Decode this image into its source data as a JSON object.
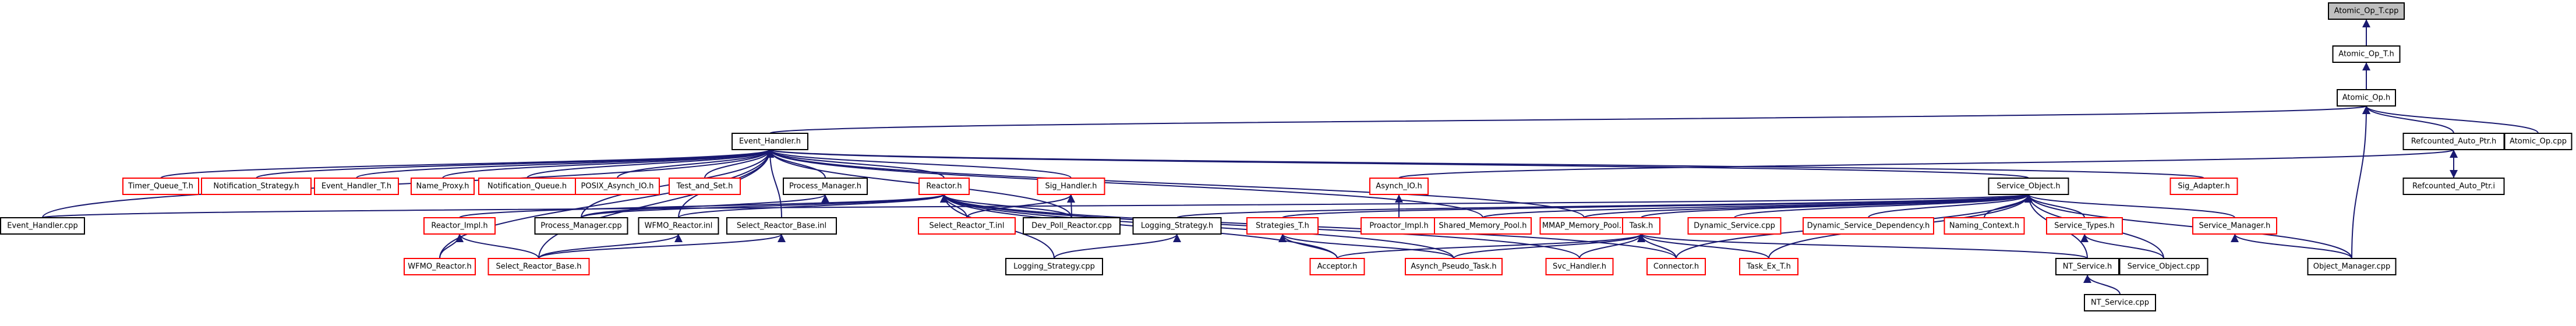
{
  "title": "",
  "colors": {
    "node_fill": "#ffffff",
    "root_fill": "#bfbfbf",
    "normal_border": "#000000",
    "red_border": "#ff0000",
    "edge": "#191970",
    "text": "#000000"
  },
  "nodes": [
    {
      "id": "atomic_op_t_cpp",
      "label": "Atomic_Op_T.cpp",
      "style": "root"
    },
    {
      "id": "atomic_op_t_h",
      "label": "Atomic_Op_T.h",
      "style": "normal"
    },
    {
      "id": "atomic_op_h",
      "label": "Atomic_Op.h",
      "style": "normal"
    },
    {
      "id": "refcounted_auto_ptr_h",
      "label": "Refcounted_Auto_Ptr.h",
      "style": "normal"
    },
    {
      "id": "atomic_op_cpp",
      "label": "Atomic_Op.cpp",
      "style": "normal"
    },
    {
      "id": "refcounted_auto_ptr_i",
      "label": "Refcounted_Auto_Ptr.i",
      "style": "normal"
    },
    {
      "id": "event_handler_h",
      "label": "Event_Handler.h",
      "style": "normal"
    },
    {
      "id": "service_object_h",
      "label": "Service_Object.h",
      "style": "normal"
    },
    {
      "id": "sig_adapter_h",
      "label": "Sig_Adapter.h",
      "style": "red"
    },
    {
      "id": "event_handler_cpp",
      "label": "Event_Handler.cpp",
      "style": "normal"
    },
    {
      "id": "timer_queue_t_h",
      "label": "Timer_Queue_T.h",
      "style": "red"
    },
    {
      "id": "notification_strategy_h",
      "label": "Notification_Strategy.h",
      "style": "red"
    },
    {
      "id": "event_handler_t_h",
      "label": "Event_Handler_T.h",
      "style": "red"
    },
    {
      "id": "name_proxy_h",
      "label": "Name_Proxy.h",
      "style": "red"
    },
    {
      "id": "notification_queue_h",
      "label": "Notification_Queue.h",
      "style": "red"
    },
    {
      "id": "posix_asynch_io_h",
      "label": "POSIX_Asynch_IO.h",
      "style": "red"
    },
    {
      "id": "test_and_set_h",
      "label": "Test_and_Set.h",
      "style": "red"
    },
    {
      "id": "process_manager_h",
      "label": "Process_Manager.h",
      "style": "normal"
    },
    {
      "id": "reactor_h",
      "label": "Reactor.h",
      "style": "red"
    },
    {
      "id": "sig_handler_h",
      "label": "Sig_Handler.h",
      "style": "red"
    },
    {
      "id": "asynch_io_h",
      "label": "Asynch_IO.h",
      "style": "red"
    },
    {
      "id": "proactor_impl_h",
      "label": "Proactor_Impl.h",
      "style": "red"
    },
    {
      "id": "reactor_impl_h",
      "label": "Reactor_Impl.h",
      "style": "red"
    },
    {
      "id": "process_manager_cpp",
      "label": "Process_Manager.cpp",
      "style": "normal"
    },
    {
      "id": "wfmo_reactor_inl",
      "label": "WFMO_Reactor.inl",
      "style": "normal"
    },
    {
      "id": "select_reactor_base_inl",
      "label": "Select_Reactor_Base.inl",
      "style": "normal"
    },
    {
      "id": "select_reactor_t_inl",
      "label": "Select_Reactor_T.inl",
      "style": "red"
    },
    {
      "id": "dev_poll_reactor_cpp",
      "label": "Dev_Poll_Reactor.cpp",
      "style": "normal"
    },
    {
      "id": "logging_strategy_h",
      "label": "Logging_Strategy.h",
      "style": "normal"
    },
    {
      "id": "strategies_t_h",
      "label": "Strategies_T.h",
      "style": "red"
    },
    {
      "id": "shared_memory_pool_h",
      "label": "Shared_Memory_Pool.h",
      "style": "red"
    },
    {
      "id": "mmap_memory_pool_h",
      "label": "MMAP_Memory_Pool.h",
      "style": "red"
    },
    {
      "id": "wfmo_reactor_h",
      "label": "WFMO_Reactor.h",
      "style": "red"
    },
    {
      "id": "select_reactor_base_h",
      "label": "Select_Reactor_Base.h",
      "style": "red"
    },
    {
      "id": "logging_strategy_cpp",
      "label": "Logging_Strategy.cpp",
      "style": "normal"
    },
    {
      "id": "acceptor_h",
      "label": "Acceptor.h",
      "style": "red"
    },
    {
      "id": "asynch_pseudo_task_h",
      "label": "Asynch_Pseudo_Task.h",
      "style": "red"
    },
    {
      "id": "task_h",
      "label": "Task.h",
      "style": "red"
    },
    {
      "id": "dynamic_service_cpp",
      "label": "Dynamic_Service.cpp",
      "style": "red"
    },
    {
      "id": "dynamic_service_dependency_h",
      "label": "Dynamic_Service_Dependency.h",
      "style": "red"
    },
    {
      "id": "naming_context_h",
      "label": "Naming_Context.h",
      "style": "red"
    },
    {
      "id": "service_types_h",
      "label": "Service_Types.h",
      "style": "red"
    },
    {
      "id": "service_manager_h",
      "label": "Service_Manager.h",
      "style": "red"
    },
    {
      "id": "svc_handler_h",
      "label": "Svc_Handler.h",
      "style": "red"
    },
    {
      "id": "connector_h",
      "label": "Connector.h",
      "style": "red"
    },
    {
      "id": "task_ex_t_h",
      "label": "Task_Ex_T.h",
      "style": "red"
    },
    {
      "id": "nt_service_h",
      "label": "NT_Service.h",
      "style": "normal"
    },
    {
      "id": "service_object_cpp",
      "label": "Service_Object.cpp",
      "style": "normal"
    },
    {
      "id": "object_manager_cpp",
      "label": "Object_Manager.cpp",
      "style": "normal"
    },
    {
      "id": "nt_service_cpp",
      "label": "NT_Service.cpp",
      "style": "normal"
    }
  ],
  "edges": [
    [
      "atomic_op_t_h",
      "atomic_op_t_cpp"
    ],
    [
      "atomic_op_h",
      "atomic_op_t_h"
    ],
    [
      "refcounted_auto_ptr_h",
      "atomic_op_h"
    ],
    [
      "atomic_op_cpp",
      "atomic_op_h"
    ],
    [
      "event_handler_h",
      "atomic_op_h"
    ],
    [
      "object_manager_cpp",
      "atomic_op_h"
    ],
    [
      "refcounted_auto_ptr_i",
      "refcounted_auto_ptr_h"
    ],
    [
      "refcounted_auto_ptr_h",
      "refcounted_auto_ptr_i"
    ],
    [
      "asynch_io_h",
      "refcounted_auto_ptr_h"
    ],
    [
      "event_handler_cpp",
      "event_handler_h"
    ],
    [
      "timer_queue_t_h",
      "event_handler_h"
    ],
    [
      "notification_strategy_h",
      "event_handler_h"
    ],
    [
      "event_handler_t_h",
      "event_handler_h"
    ],
    [
      "name_proxy_h",
      "event_handler_h"
    ],
    [
      "notification_queue_h",
      "event_handler_h"
    ],
    [
      "posix_asynch_io_h",
      "event_handler_h"
    ],
    [
      "test_and_set_h",
      "event_handler_h"
    ],
    [
      "process_manager_h",
      "event_handler_h"
    ],
    [
      "reactor_h",
      "event_handler_h"
    ],
    [
      "sig_handler_h",
      "event_handler_h"
    ],
    [
      "service_object_h",
      "event_handler_h"
    ],
    [
      "sig_adapter_h",
      "event_handler_h"
    ],
    [
      "shared_memory_pool_h",
      "event_handler_h"
    ],
    [
      "mmap_memory_pool_h",
      "event_handler_h"
    ],
    [
      "wfmo_reactor_h",
      "event_handler_h"
    ],
    [
      "select_reactor_base_h",
      "event_handler_h"
    ],
    [
      "wfmo_reactor_inl",
      "event_handler_h"
    ],
    [
      "select_reactor_base_inl",
      "event_handler_h"
    ],
    [
      "process_manager_cpp",
      "event_handler_h"
    ],
    [
      "dev_poll_reactor_cpp",
      "event_handler_h"
    ],
    [
      "process_manager_cpp",
      "process_manager_h"
    ],
    [
      "reactor_impl_h",
      "reactor_h"
    ],
    [
      "process_manager_cpp",
      "reactor_h"
    ],
    [
      "wfmo_reactor_inl",
      "reactor_h"
    ],
    [
      "select_reactor_t_inl",
      "reactor_h"
    ],
    [
      "dev_poll_reactor_cpp",
      "reactor_h"
    ],
    [
      "logging_strategy_cpp",
      "reactor_h"
    ],
    [
      "acceptor_h",
      "reactor_h"
    ],
    [
      "asynch_pseudo_task_h",
      "reactor_h"
    ],
    [
      "svc_handler_h",
      "reactor_h"
    ],
    [
      "connector_h",
      "reactor_h"
    ],
    [
      "select_reactor_t_inl",
      "sig_handler_h"
    ],
    [
      "dev_poll_reactor_cpp",
      "sig_handler_h"
    ],
    [
      "wfmo_reactor_h",
      "reactor_impl_h"
    ],
    [
      "select_reactor_base_h",
      "reactor_impl_h"
    ],
    [
      "select_reactor_base_h",
      "select_reactor_base_inl"
    ],
    [
      "select_reactor_base_h",
      "wfmo_reactor_inl"
    ],
    [
      "proactor_impl_h",
      "asynch_io_h"
    ],
    [
      "logging_strategy_cpp",
      "logging_strategy_h"
    ],
    [
      "acceptor_h",
      "strategies_t_h"
    ],
    [
      "asynch_pseudo_task_h",
      "strategies_t_h"
    ],
    [
      "event_handler_cpp",
      "service_object_h"
    ],
    [
      "logging_strategy_h",
      "service_object_h"
    ],
    [
      "strategies_t_h",
      "service_object_h"
    ],
    [
      "shared_memory_pool_h",
      "service_object_h"
    ],
    [
      "mmap_memory_pool_h",
      "service_object_h"
    ],
    [
      "task_h",
      "service_object_h"
    ],
    [
      "dynamic_service_cpp",
      "service_object_h"
    ],
    [
      "dynamic_service_dependency_h",
      "service_object_h"
    ],
    [
      "naming_context_h",
      "service_object_h"
    ],
    [
      "service_types_h",
      "service_object_h"
    ],
    [
      "service_manager_h",
      "service_object_h"
    ],
    [
      "nt_service_h",
      "service_object_h"
    ],
    [
      "service_object_cpp",
      "service_object_h"
    ],
    [
      "object_manager_cpp",
      "service_object_h"
    ],
    [
      "task_ex_t_h",
      "service_object_h"
    ],
    [
      "connector_h",
      "service_object_h"
    ],
    [
      "acceptor_h",
      "task_h"
    ],
    [
      "asynch_pseudo_task_h",
      "task_h"
    ],
    [
      "svc_handler_h",
      "task_h"
    ],
    [
      "connector_h",
      "task_h"
    ],
    [
      "task_ex_t_h",
      "task_h"
    ],
    [
      "nt_service_h",
      "task_h"
    ],
    [
      "service_object_cpp",
      "service_types_h"
    ],
    [
      "object_manager_cpp",
      "service_manager_h"
    ],
    [
      "nt_service_cpp",
      "nt_service_h"
    ]
  ]
}
